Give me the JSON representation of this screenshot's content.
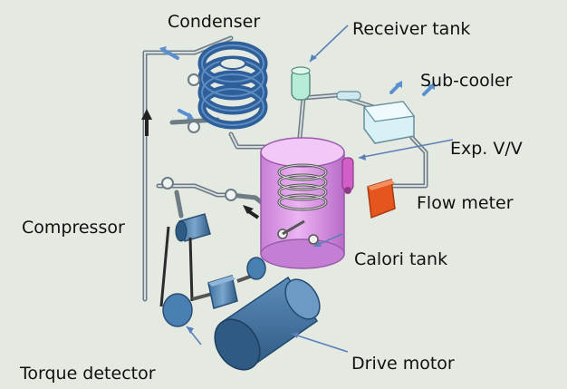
{
  "labels": {
    "condenser": "Condenser",
    "receiver_tank": "Receiver tank",
    "sub_cooler": "Sub-cooler",
    "exp_valve": "Exp. V/V",
    "flow_meter": "Flow meter",
    "compressor": "Compressor",
    "calori_tank": "Calori tank",
    "torque_detector": "Torque detector",
    "drive_motor": "Drive motor"
  },
  "colors": {
    "background": "#e4e9e2",
    "pipe": "#6d7c84",
    "condenser_coil": "#2f5f98",
    "receiver_tank": "#b7ecd6",
    "sub_cooler": "#d8f1f6",
    "calori_tank": "#dc9ce8",
    "exp_valve": "#d25fc9",
    "flow_meter": "#e5551e",
    "motor": "#3f6f9c",
    "pointer": "#5b7fb8"
  }
}
